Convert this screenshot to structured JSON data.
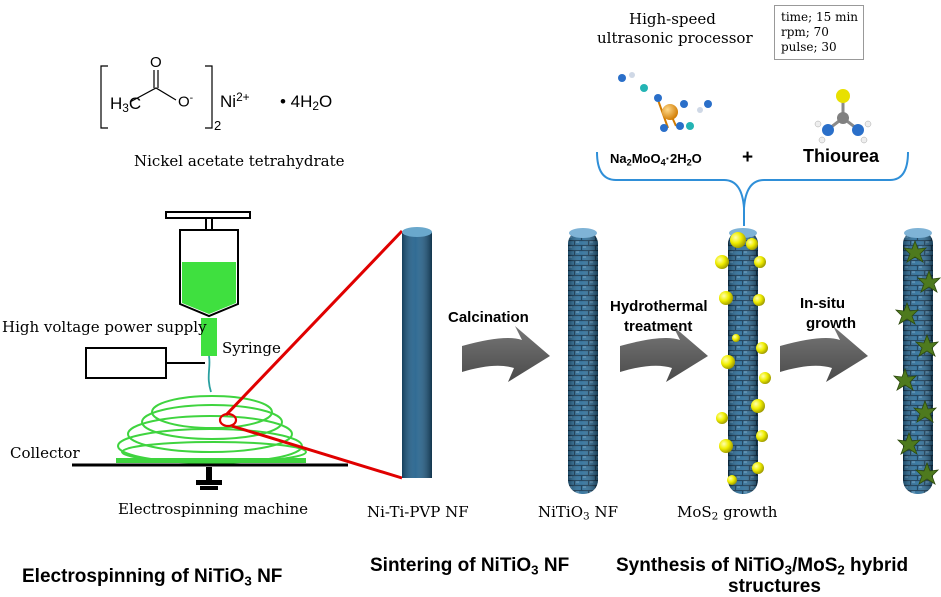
{
  "formula": {
    "ch3": "H3C",
    "oxygen_dbl": "O",
    "oxygen_neg": "O-",
    "bracket_sub": "2",
    "ion": "Ni2+",
    "hydrate": "• 4H2O",
    "caption": "Nickel acetate tetrahydrate"
  },
  "processor": {
    "title_line1": "High-speed",
    "title_line2": "ultrasonic processor",
    "params": [
      "time; 15 min",
      "rpm; 70",
      "pulse; 30"
    ]
  },
  "reagents": {
    "left": "Na2MoO4·2H2O",
    "plus": "+",
    "right": "Thiourea"
  },
  "setup_labels": {
    "power_supply": "High voltage power supply",
    "syringe": "Syringe",
    "collector": "Collector",
    "machine": "Electrospinning machine"
  },
  "arrows": {
    "calcination": "Calcination",
    "hydro_line1": "Hydrothermal",
    "hydro_line2": "treatment",
    "insitu_line1": "In-situ",
    "insitu_line2": "growth"
  },
  "fiber_labels": {
    "pvp": "Ni-Ti-PVP NF",
    "nitio3": "NiTiO3 NF",
    "mos2": "MoS2 growth"
  },
  "stages": {
    "electrospinning": "Electrospinning of NiTiO3 NF",
    "sintering": "Sintering of NiTiO3 NF",
    "synthesis_line1": "Synthesis of NiTiO3/MoS2 hybrid",
    "synthesis_line2": "structures"
  },
  "colors": {
    "fiber": "#1f5f8b",
    "fiber_textured": "#2b6e9a",
    "sphere": "#e8e400",
    "star": "#5a7a2a",
    "arrow": "#555555",
    "spiral": "#3fd43f",
    "syringe_fluid": "#3fe03f",
    "zoom_line": "#e00000",
    "brace": "#2f8fd8"
  }
}
